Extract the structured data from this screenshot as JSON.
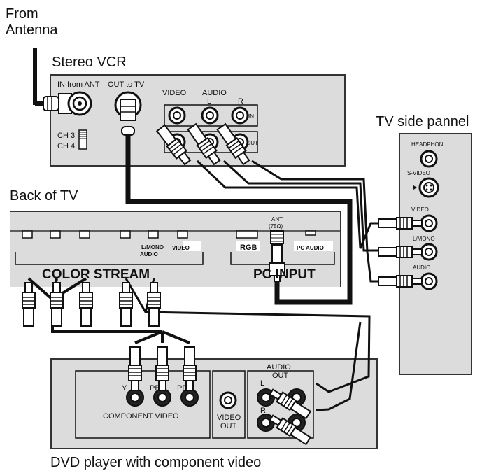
{
  "labels": {
    "from_antenna_line1": "From",
    "from_antenna_line2": "Antenna",
    "vcr_title": "Stereo VCR",
    "vcr_in_from_ant": "IN from ANT",
    "vcr_out_to_tv": "OUT to TV",
    "vcr_video": "VIDEO",
    "vcr_audio": "AUDIO",
    "vcr_l": "L",
    "vcr_r": "R",
    "vcr_in": "IN",
    "vcr_out": "OUT",
    "vcr_ch3": "CH 3",
    "vcr_ch4": "CH 4",
    "tv_side_title": "TV side pannel",
    "side_headphone": "HEADPHON",
    "side_svideo": "S-VIDEO",
    "side_video": "VIDEO",
    "side_lmono": "L/MONO",
    "side_audio": "AUDIO",
    "back_tv_title": "Back of TV",
    "tv_ant": "ANT",
    "tv_ant_ohm": "(75Ω)",
    "tv_rgb": "RGB",
    "tv_pc_audio": "PC AUDIO",
    "tv_lmono": "L/MONO",
    "tv_audio": "AUDIO",
    "tv_video": "VIDEO",
    "tv_color_stream": "COLOR STREAM",
    "tv_pc_input": "PC INPUT",
    "dvd_y": "Y",
    "dvd_pb": "PB",
    "dvd_pr": "PR",
    "dvd_component_video": "COMPONENT VIDEO",
    "dvd_video": "VIDEO",
    "dvd_out": "OUT",
    "dvd_audio": "AUDIO",
    "dvd_audio_out": "OUT",
    "dvd_l": "L",
    "dvd_r": "R",
    "dvd_title": "DVD player with component video"
  },
  "colors": {
    "panel_fill": "#dcdcdc",
    "panel_stroke": "#333333",
    "cable": "#111111",
    "plug_white": "#ffffff"
  }
}
